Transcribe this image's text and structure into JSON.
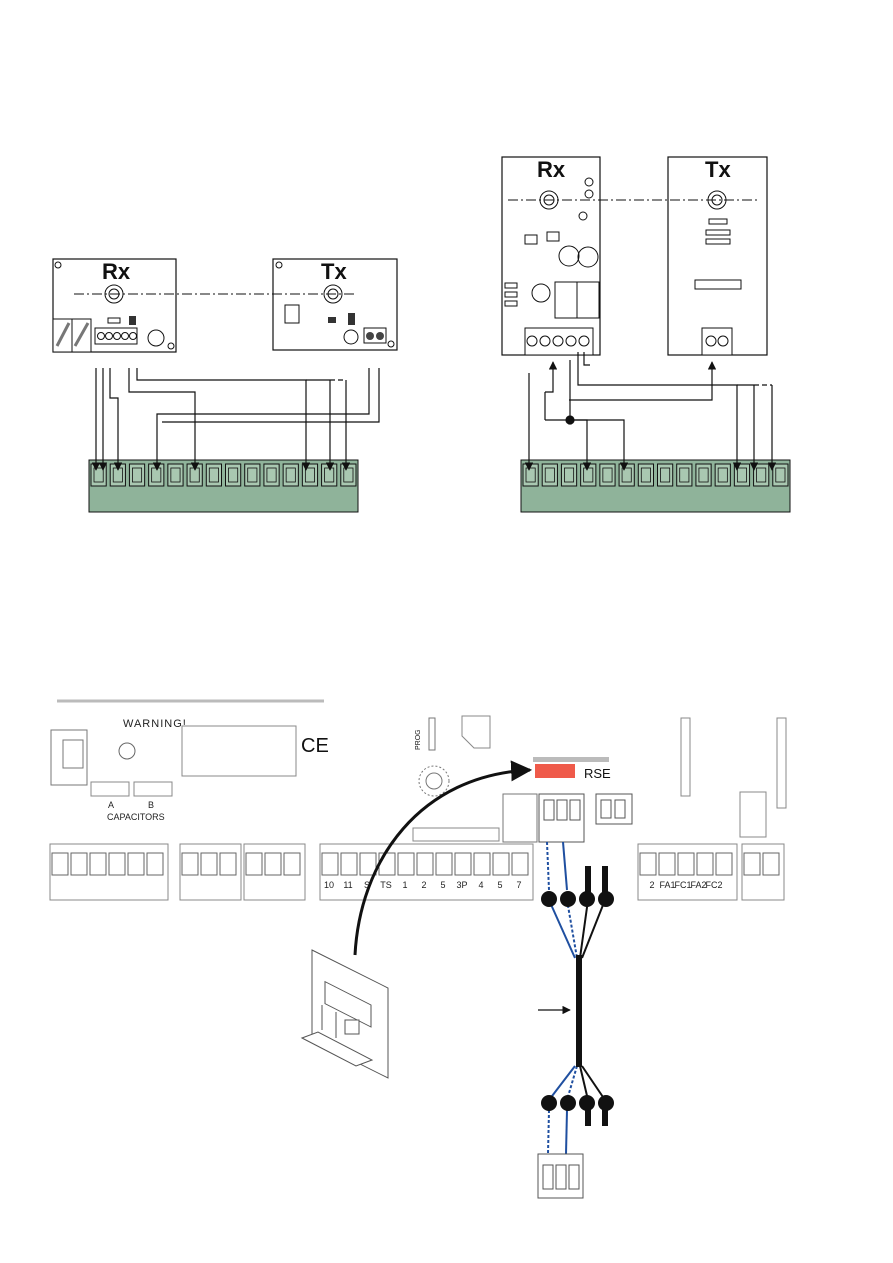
{
  "diagram_left": {
    "rx_label": "Rx",
    "tx_label": "Tx"
  },
  "diagram_right": {
    "rx_label": "Rx",
    "tx_label": "Tx"
  },
  "board": {
    "warning_text": "WARNING!",
    "ce_mark": "CE",
    "prog_label": "PROG",
    "capacitor_a": "A",
    "capacitor_b": "B",
    "capacitors_label": "CAPACITORS",
    "rse_label": "RSE",
    "terminal_labels_center": [
      "10",
      "11",
      "S",
      "TS",
      "1",
      "2",
      "5",
      "3P",
      "4",
      "5",
      "7"
    ],
    "terminal_labels_right": [
      "2",
      "FA1",
      "FC1",
      "FA2",
      "FC2"
    ]
  },
  "colors": {
    "terminal_green": "#8fb39a",
    "rse_red": "#ef5a4a",
    "wire_blue": "#1f4fa0",
    "line": "#111111"
  }
}
